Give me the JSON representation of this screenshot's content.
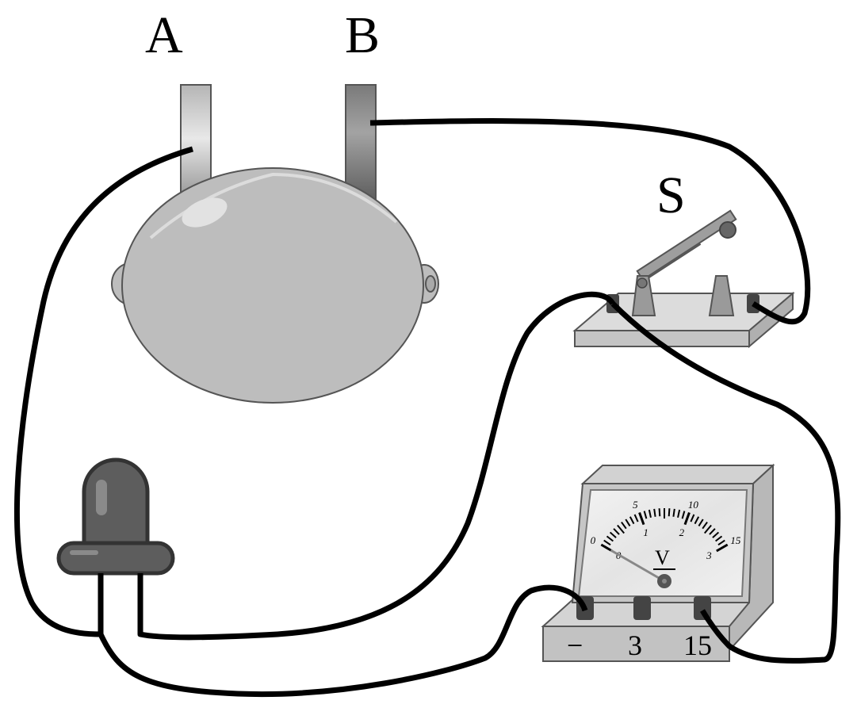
{
  "diagram": {
    "title": "Lemon battery circuit",
    "labels": {
      "electrode_a": "A",
      "electrode_b": "B",
      "switch": "S"
    },
    "components": [
      {
        "id": "lemon",
        "name": "lemon cell",
        "icon": "lemon-icon"
      },
      {
        "id": "electrode_a",
        "name": "electrode A",
        "icon": "electrode-icon"
      },
      {
        "id": "electrode_b",
        "name": "electrode B",
        "icon": "electrode-icon"
      },
      {
        "id": "switch",
        "name": "knife switch S",
        "state": "open",
        "icon": "knife-switch-icon"
      },
      {
        "id": "led",
        "name": "LED",
        "icon": "led-icon"
      },
      {
        "id": "voltmeter",
        "name": "voltmeter",
        "icon": "voltmeter-icon"
      }
    ],
    "voltmeter": {
      "unit_symbol": "V",
      "terminals": [
        "−",
        "3",
        "15"
      ],
      "upper_scale": [
        "0",
        "5",
        "10",
        "15"
      ],
      "lower_scale": [
        "0",
        "1",
        "2",
        "3"
      ],
      "needle_reading_fraction": 0
    },
    "connections": [
      {
        "from": "electrode_a",
        "to": "led_left_lead"
      },
      {
        "from": "electrode_b",
        "to": "switch_right_terminal"
      },
      {
        "from": "switch_left_terminal",
        "to": "led_right_lead"
      },
      {
        "from": "switch_left_terminal",
        "to": "voltmeter_15_terminal"
      },
      {
        "from": "led_left_lead",
        "to": "voltmeter_negative_terminal"
      }
    ]
  }
}
